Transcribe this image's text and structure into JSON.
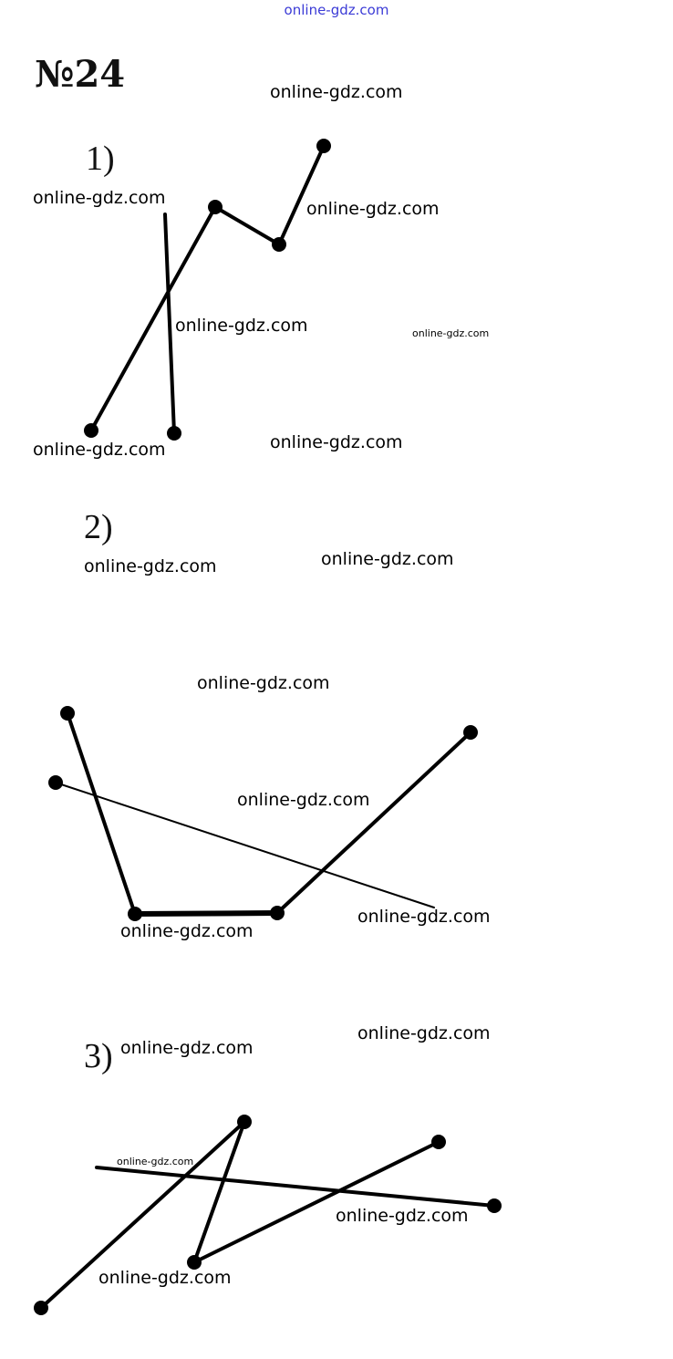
{
  "header": {
    "site_link": "online-gdz.com"
  },
  "problem": {
    "number": "№24"
  },
  "parts": [
    {
      "label": "1)"
    },
    {
      "label": "2)"
    },
    {
      "label": "3)"
    }
  ],
  "watermark": "online-gdz.com",
  "colors": {
    "ink": "#000000",
    "link": "#3b3bd6"
  }
}
